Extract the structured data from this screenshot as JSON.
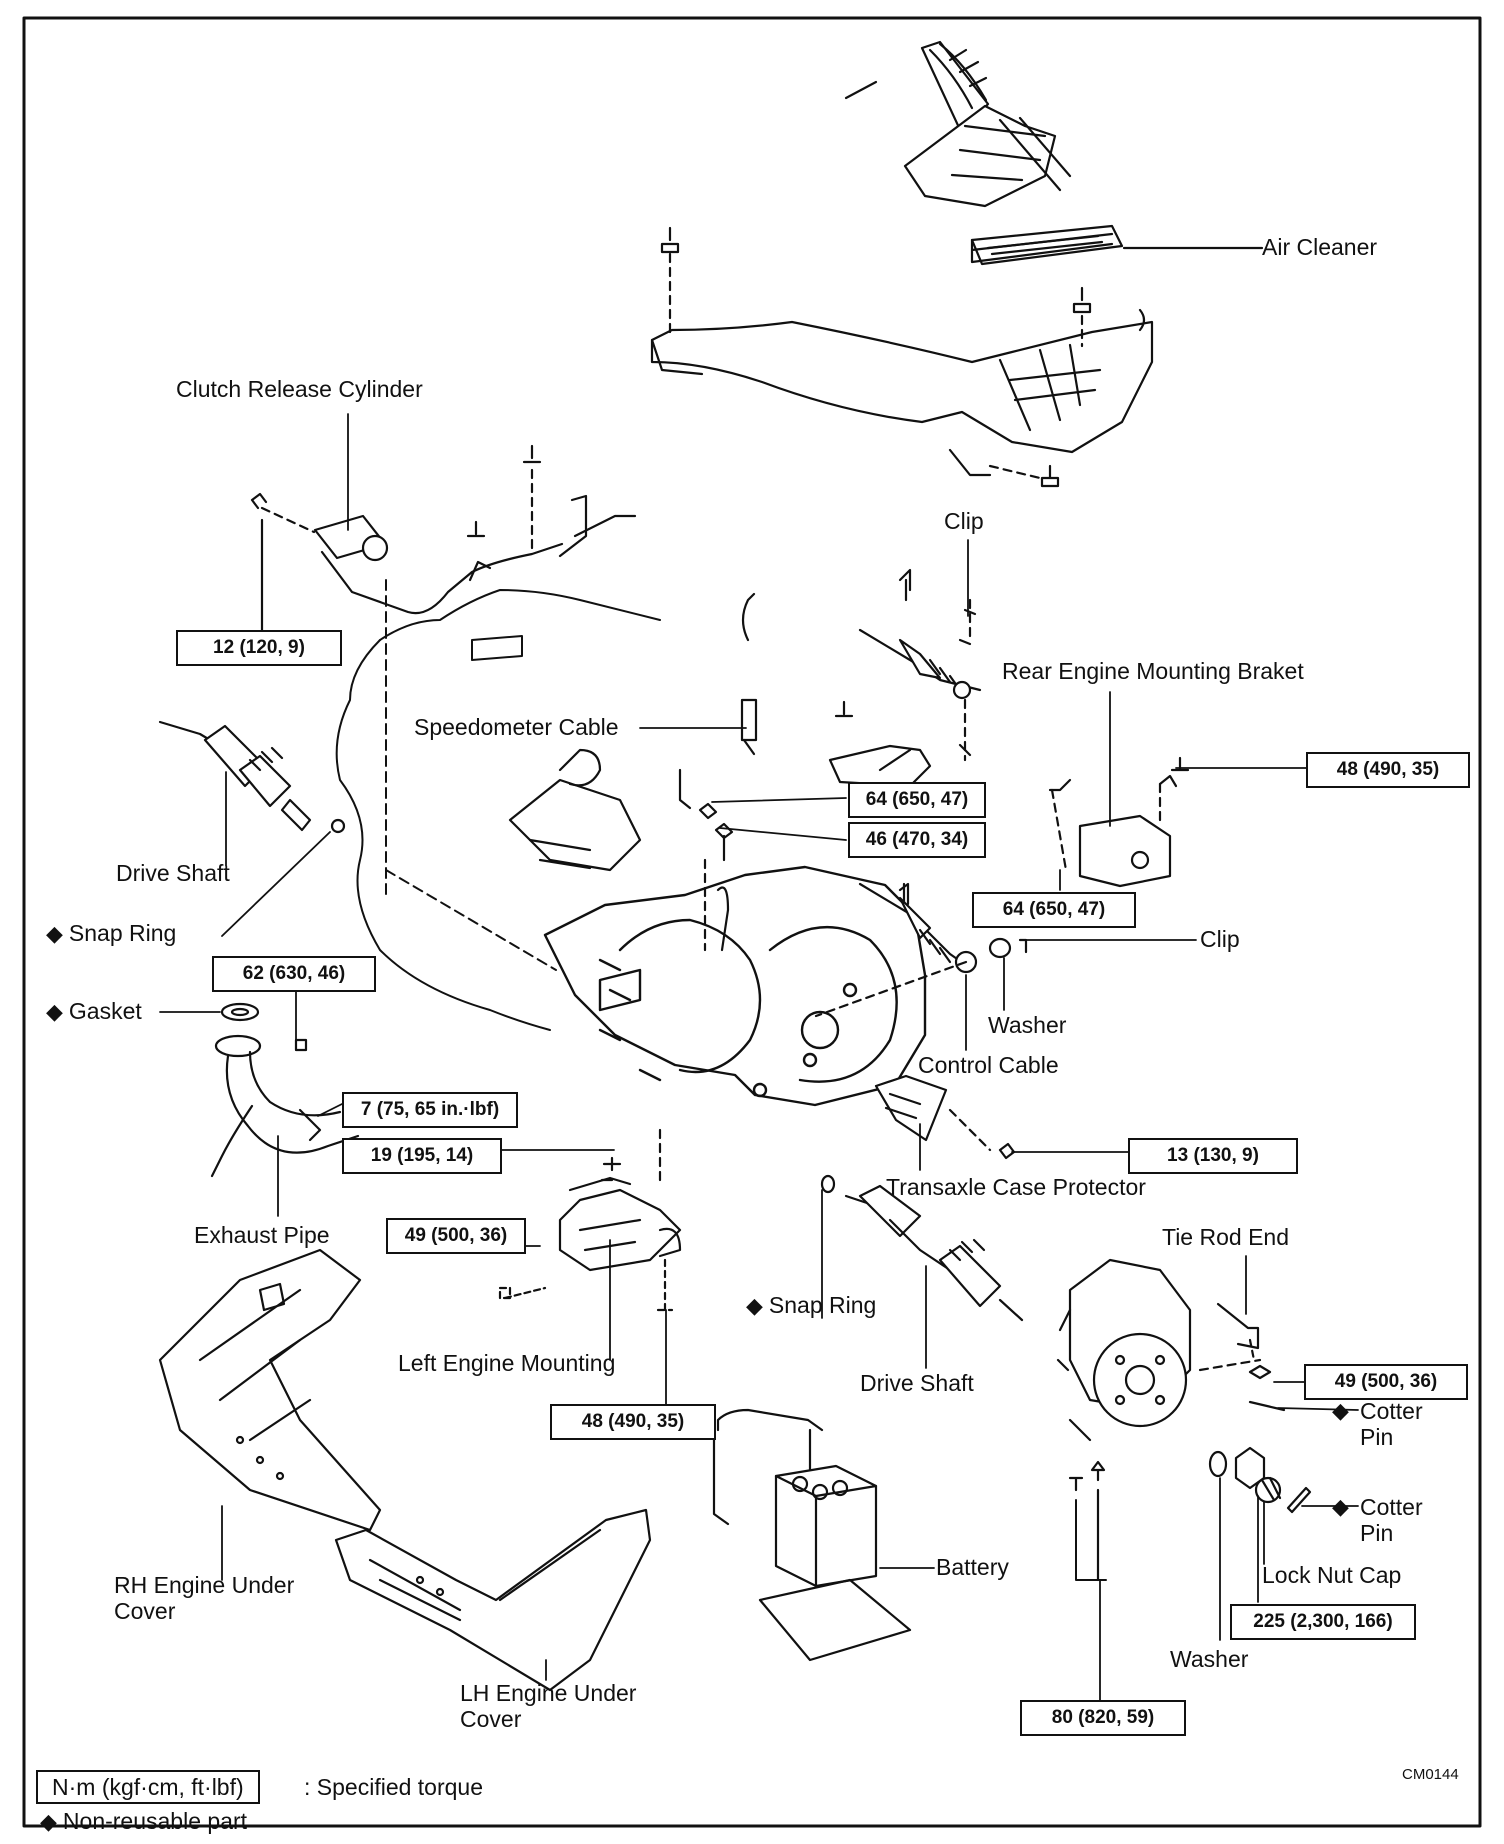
{
  "labels": {
    "air_cleaner": "Air Cleaner",
    "clutch_release_cylinder": "Clutch Release Cylinder",
    "clip_top": "Clip",
    "rear_engine_mounting_bracket": "Rear Engine Mounting Braket",
    "speedometer_cable": "Speedometer Cable",
    "drive_shaft_left": "Drive Shaft",
    "snap_ring_left": "Snap Ring",
    "gasket": "Gasket",
    "clip_right": "Clip",
    "washer_mid": "Washer",
    "control_cable": "Control Cable",
    "transaxle_case_protector": "Transaxle Case Protector",
    "exhaust_pipe": "Exhaust Pipe",
    "tie_rod_end": "Tie Rod End",
    "left_engine_mounting": "Left Engine Mounting",
    "snap_ring_right": "Snap Ring",
    "drive_shaft_right": "Drive Shaft",
    "cotter_pin_upper_1": "Cotter",
    "cotter_pin_upper_2": "Pin",
    "cotter_pin_lower_1": "Cotter",
    "cotter_pin_lower_2": "Pin",
    "battery": "Battery",
    "lock_nut_cap": "Lock Nut Cap",
    "rh_under_cover_1": "RH Engine Under",
    "rh_under_cover_2": "Cover",
    "lh_under_cover_1": "LH Engine Under",
    "lh_under_cover_2": "Cover",
    "washer_bottom": "Washer"
  },
  "torques": {
    "t_12": "12 (120, 9)",
    "t_64a": "64 (650, 47)",
    "t_46": "46 (470, 34)",
    "t_48a": "48 (490, 35)",
    "t_64b": "64 (650, 47)",
    "t_62": "62 (630, 46)",
    "t_7": "7 (75, 65 in.·lbf)",
    "t_19": "19 (195, 14)",
    "t_13": "13 (130, 9)",
    "t_49a": "49 (500, 36)",
    "t_49b": "49 (500, 36)",
    "t_48b": "48 (490, 35)",
    "t_225": "225 (2,300, 166)",
    "t_80": "80 (820, 59)"
  },
  "legend": {
    "unit_box": "N·m (kgf·cm, ft·lbf)",
    "unit_desc": ": Specified torque",
    "nonreusable": "Non-reusable part"
  },
  "figure_code": "CM0144",
  "diamond_symbol": "◆",
  "colors": {
    "ink": "#111111",
    "paper": "#ffffff"
  }
}
